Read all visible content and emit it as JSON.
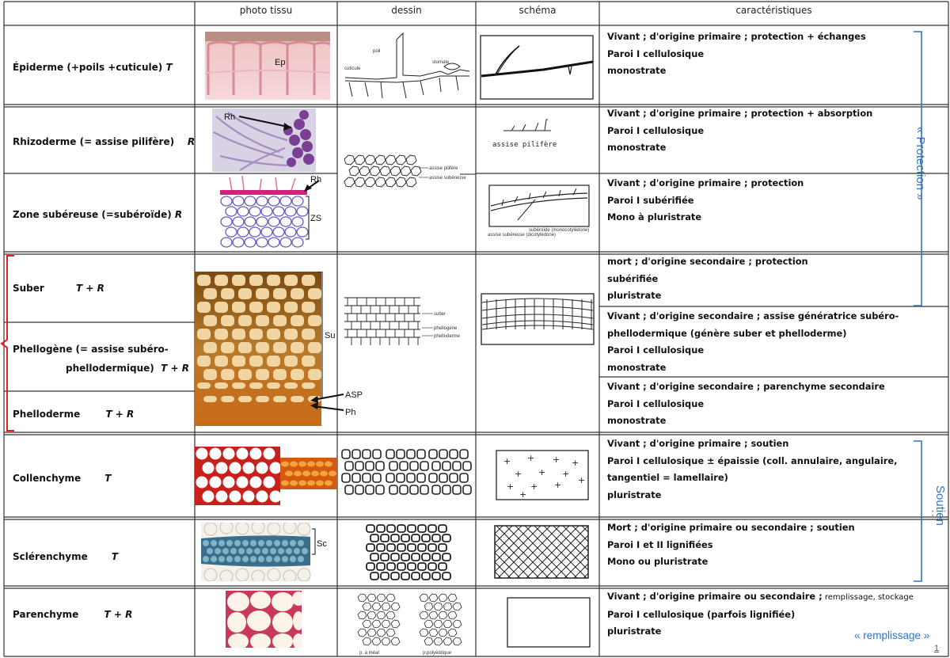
{
  "headers": {
    "photo": "photo tissu",
    "dessin": "dessin",
    "schema": "schéma",
    "carac": "caractéristiques"
  },
  "tissues": {
    "epiderme": {
      "name": "Épiderme  (+poils +cuticule)",
      "organ": "T"
    },
    "rhizoderme": {
      "name": "Rhizoderme (= assise pilifère)",
      "organ": "R"
    },
    "suberoide": {
      "name": "Zone subéreuse  (=subéroïde)",
      "organ": "R"
    },
    "suber": {
      "name": "Suber",
      "organ": "T + R"
    },
    "phellogene": {
      "name_line1": "Phellogène  (= assise subéro-",
      "name_line2": "phellodermique)",
      "organ": "T + R"
    },
    "phelloderme": {
      "name": "Phelloderme",
      "organ": "T + R"
    },
    "collenchyme": {
      "name": "Collenchyme",
      "organ": "T"
    },
    "sclerenchyme": {
      "name": "Sclérenchyme",
      "organ": "T"
    },
    "parenchyme": {
      "name": "Parenchyme",
      "organ": "T + R"
    }
  },
  "characteristics": {
    "epiderme": [
      "Vivant ; d'origine primaire ;   protection + échanges",
      "Paroi I cellulosique",
      "monostrate"
    ],
    "rhizoderme": [
      "Vivant ; d'origine primaire ;   protection + absorption",
      "Paroi I cellulosique",
      "monostrate"
    ],
    "suberoide": [
      "Vivant ; d'origine primaire ;   protection",
      "Paroi I subérifiée",
      "Mono à pluristrate"
    ],
    "suber": [
      "mort ; d'origine secondaire ; protection",
      "subérifiée",
      "pluristrate"
    ],
    "phellogene": [
      "Vivant ; d'origine secondaire ; assise génératrice subéro-",
      "phellodermique (génère suber et phelloderme)",
      "Paroi I cellulosique",
      "monostrate"
    ],
    "phelloderme": [
      "Vivant ; d'origine secondaire ; parenchyme secondaire",
      "Paroi I cellulosique",
      "monostrate"
    ],
    "collenchyme": [
      "Vivant ; d'origine primaire ;   soutien",
      "Paroi I cellulosique ± épaissie (coll. annulaire, angulaire,",
      "tangentiel = lamellaire)",
      "pluristrate"
    ],
    "sclerenchyme": [
      "Mort ; d'origine primaire ou secondaire ;   soutien",
      "Paroi I et II lignifiées",
      "Mono ou pluristrate"
    ],
    "parenchyme_line1_main": "Vivant ; d'origine primaire ou secondaire ;",
    "parenchyme_line1_small": " remplissage, stockage",
    "parenchyme": [
      "Paroi I   cellulosique (parfois lignifiée)",
      "pluristrate"
    ]
  },
  "groups": {
    "protection": "« Protection »",
    "soutien": "Soutien",
    "remplissage": "« remplissage »"
  },
  "photo_labels": {
    "ep": "Ep",
    "rh1": "Rh",
    "rh2": "Rh",
    "zs": "ZS",
    "su": "Su",
    "asp": "ASP",
    "ph": "Ph",
    "sc": "Sc"
  },
  "drawing_labels": {
    "poil": "poil",
    "stomate": "stomate",
    "cuticule": "cuticule",
    "assise_pilifere": "assise pilifère",
    "assise_subereuse": "assise subéreuse",
    "suber": "suber",
    "phellogene": "phellogène",
    "phelloderme": "phelloderme",
    "p_d_meat": "p. à méat",
    "p_polyedrique": "p.polyédrique"
  },
  "schema_labels": {
    "assise_pilifere": "assise pilifère",
    "assise_subereuse": "assise subéreuse (dicotylédone)",
    "suberoide": "subéroïde (monocotylédone)"
  },
  "page_number": "1",
  "colors": {
    "accent_blue": "#2f74c0",
    "bracket_red": "#e02020",
    "grid": "#333333"
  }
}
